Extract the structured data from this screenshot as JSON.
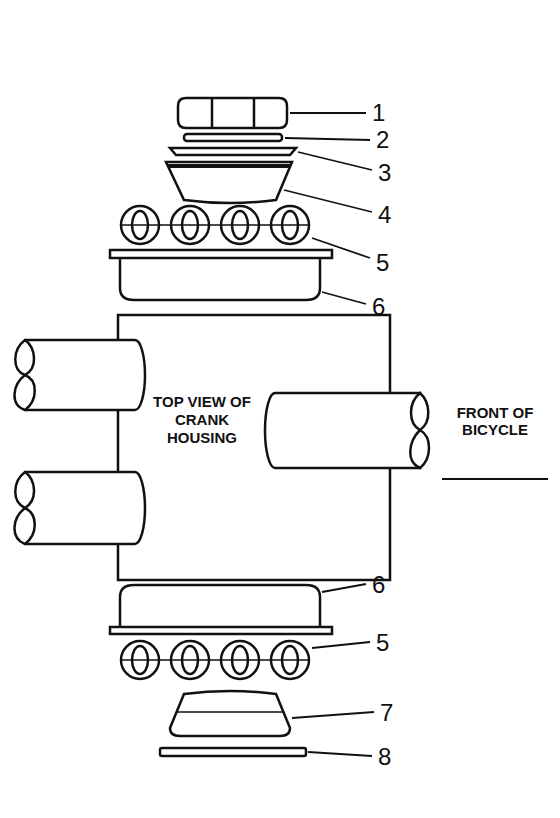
{
  "diagram": {
    "nodes": [
      {
        "text": [
          "TOP VIEW OF CRANK HOUSING"
        ]
      }
    ],
    "labels": [
      "1",
      "2",
      "3",
      "4",
      "5",
      "6",
      "FRONT OF BICYCLE",
      "6",
      "5",
      "7",
      "8"
    ]
  }
}
